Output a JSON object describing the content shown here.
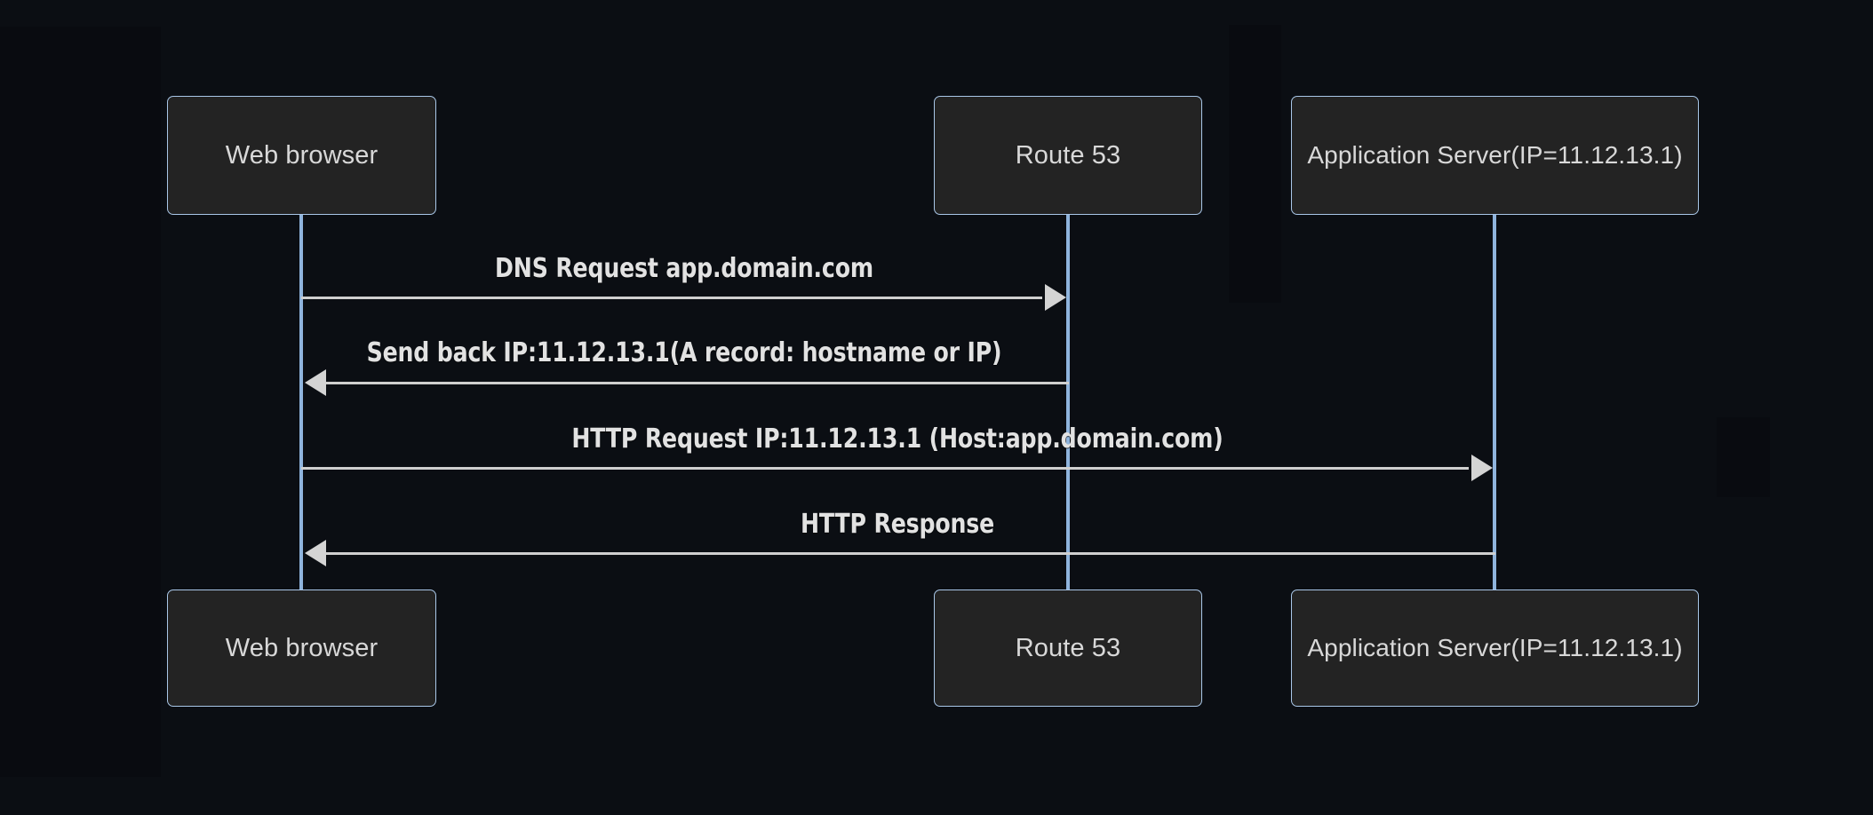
{
  "diagram": {
    "type": "sequence-diagram",
    "background_color": "#0b0e13",
    "box_fill_color": "#232323",
    "box_border_color": "#a9c7e8",
    "lifeline_color": "#8fb4dd",
    "message_line_color": "#cfcfcf",
    "text_color": "#d8d8d8"
  },
  "participants": [
    {
      "id": "web-browser",
      "label": "Web browser"
    },
    {
      "id": "route-53",
      "label": "Route 53"
    },
    {
      "id": "application-server",
      "label": "Application Server(IP=11.12.13.1)"
    }
  ],
  "messages": [
    {
      "label": "DNS Request app.domain.com",
      "from": "web-browser",
      "to": "route-53",
      "direction": "right"
    },
    {
      "label": "Send back IP:11.12.13.1(A record: hostname or IP)",
      "from": "route-53",
      "to": "web-browser",
      "direction": "left"
    },
    {
      "label": "HTTP Request IP:11.12.13.1 (Host:app.domain.com)",
      "from": "web-browser",
      "to": "application-server",
      "direction": "right"
    },
    {
      "label": "HTTP Response",
      "from": "application-server",
      "to": "web-browser",
      "direction": "left"
    }
  ]
}
